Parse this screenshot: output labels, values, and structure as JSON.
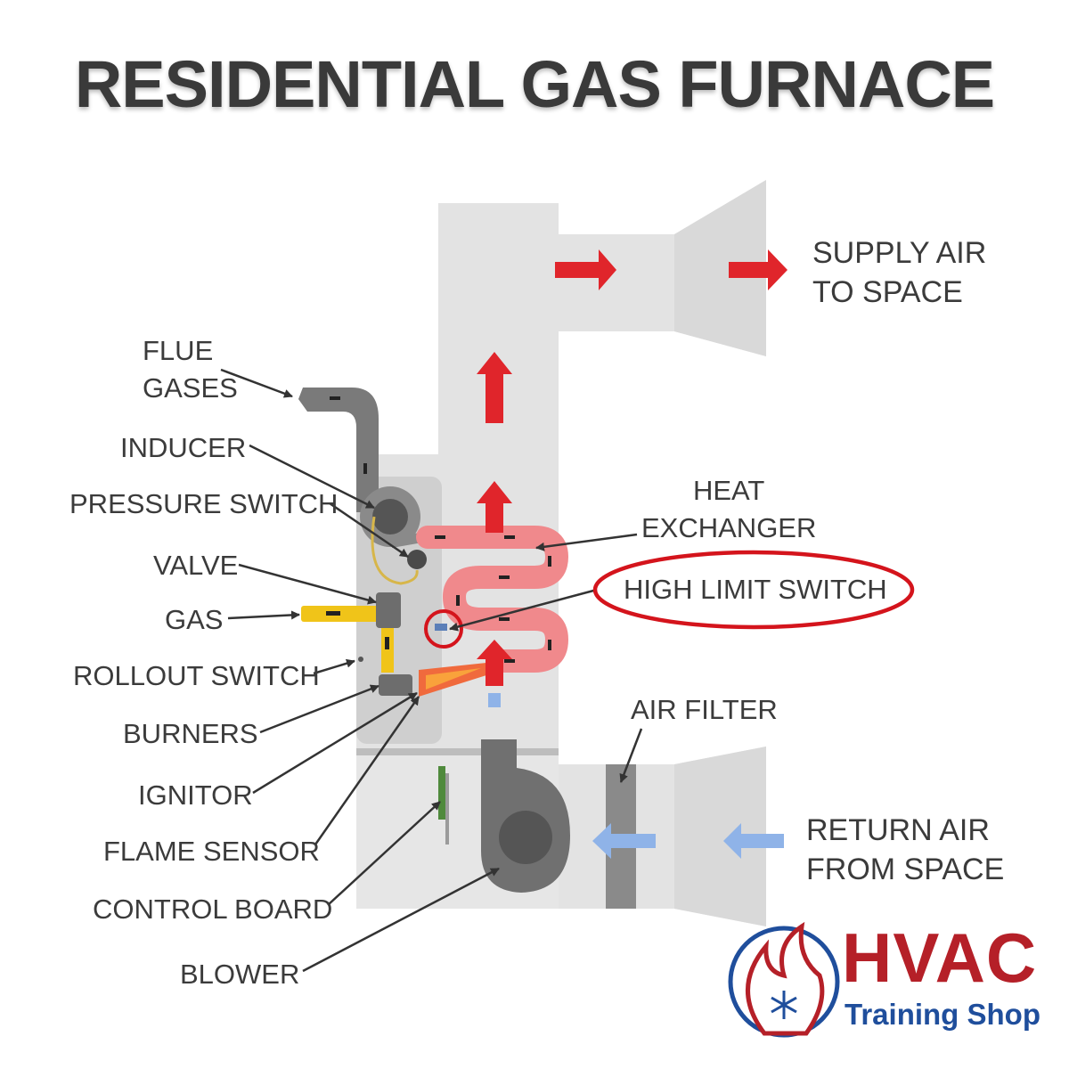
{
  "title": "RESIDENTIAL GAS FURNACE",
  "labels": {
    "supply_air": [
      "SUPPLY AIR",
      "TO SPACE"
    ],
    "flue_gases": [
      "FLUE",
      "GASES"
    ],
    "inducer": "INDUCER",
    "pressure_switch": "PRESSURE SWITCH",
    "valve": "VALVE",
    "gas": "GAS",
    "rollout_switch": "ROLLOUT SWITCH",
    "burners": "BURNERS",
    "ignitor": "IGNITOR",
    "flame_sensor": "FLAME SENSOR",
    "control_board": "CONTROL BOARD",
    "blower": "BLOWER",
    "heat_exchanger": [
      "HEAT",
      "EXCHANGER"
    ],
    "high_limit_switch": "HIGH LIMIT SWITCH",
    "air_filter": "AIR FILTER",
    "return_air": [
      "RETURN AIR",
      "FROM SPACE"
    ]
  },
  "logo": {
    "word": "HVAC",
    "subtitle": "Training Shop"
  },
  "colors": {
    "warm_air": "#e0252b",
    "cool_air": "#8fb3e8",
    "heat_exchanger": "#f0898c",
    "duct": "#e3e3e3",
    "cabinet": "#d4d4d4",
    "gas_line": "#f0c419",
    "highlight": "#d4141c",
    "logo_red": "#b52028",
    "logo_blue": "#1f4e9c"
  }
}
